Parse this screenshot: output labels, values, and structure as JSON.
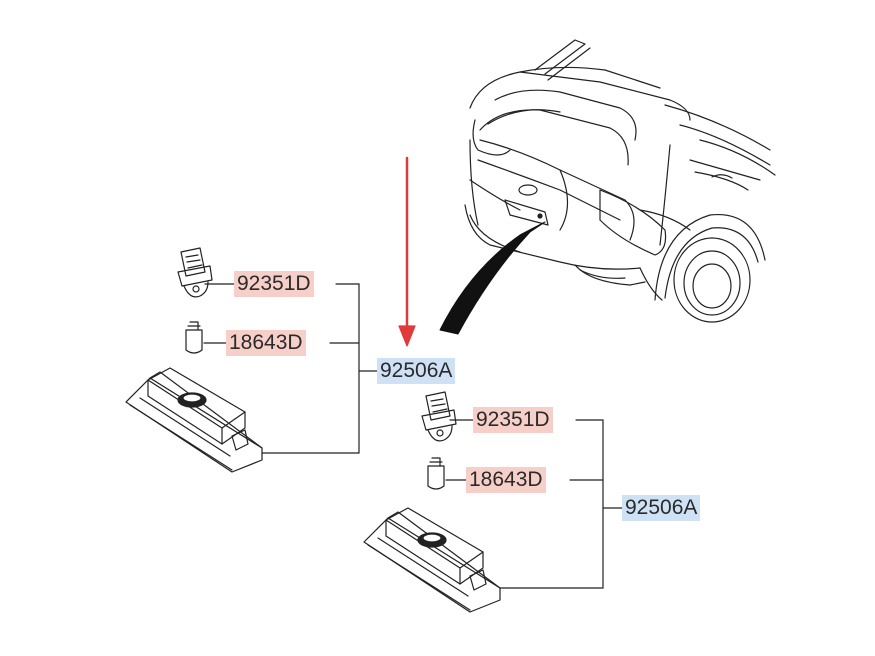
{
  "callouts": {
    "upper": {
      "socket": "92351D",
      "bulb": "18643D",
      "assembly": "92506A"
    },
    "lower": {
      "socket": "92351D",
      "bulb": "18643D",
      "assembly": "92506A"
    }
  },
  "colors": {
    "part_label_bg": "#f7cfc9",
    "assembly_label_bg": "#cfe2f5",
    "pointer_arrow": "#e03a3a",
    "line_art": "#222222"
  }
}
